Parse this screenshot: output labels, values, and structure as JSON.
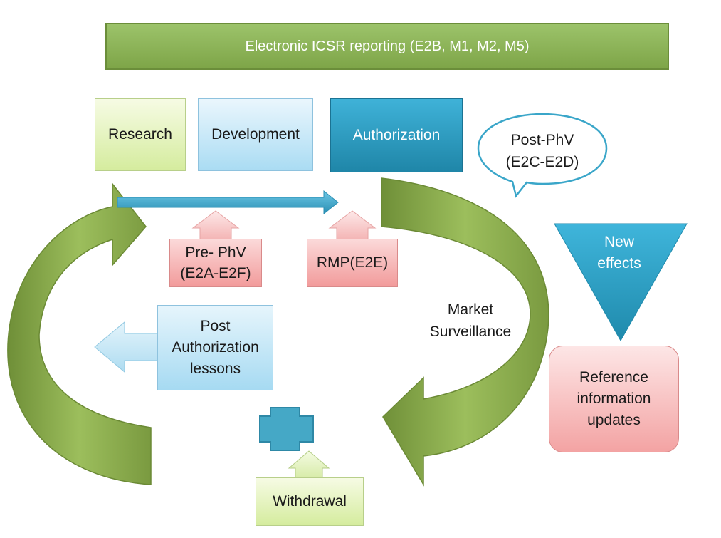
{
  "banner": {
    "label": "Electronic ICSR  reporting (E2B, M1, M2, M5)"
  },
  "stages": {
    "research": "Research",
    "development": "Development",
    "authorization": "Authorization"
  },
  "notes": {
    "pre_phv": "Pre- PhV\n(E2A-E2F)",
    "rmp": "RMP(E2E)",
    "post_phv": "Post-PhV\n(E2C-E2D)",
    "market_surveillance": "Market\nSurveillance",
    "post_authorization_lessons": "Post\nAuthorization\nlessons",
    "new_effects": "New\neffects",
    "reference_updates": "Reference\ninformation\nupdates",
    "withdrawal": "Withdrawal"
  },
  "colors": {
    "green_arrow": "#8aaa4d",
    "blue_arrow": "#3aa6c9",
    "pink_box": "#f29b9b",
    "teal_plus": "#45a8c6"
  }
}
